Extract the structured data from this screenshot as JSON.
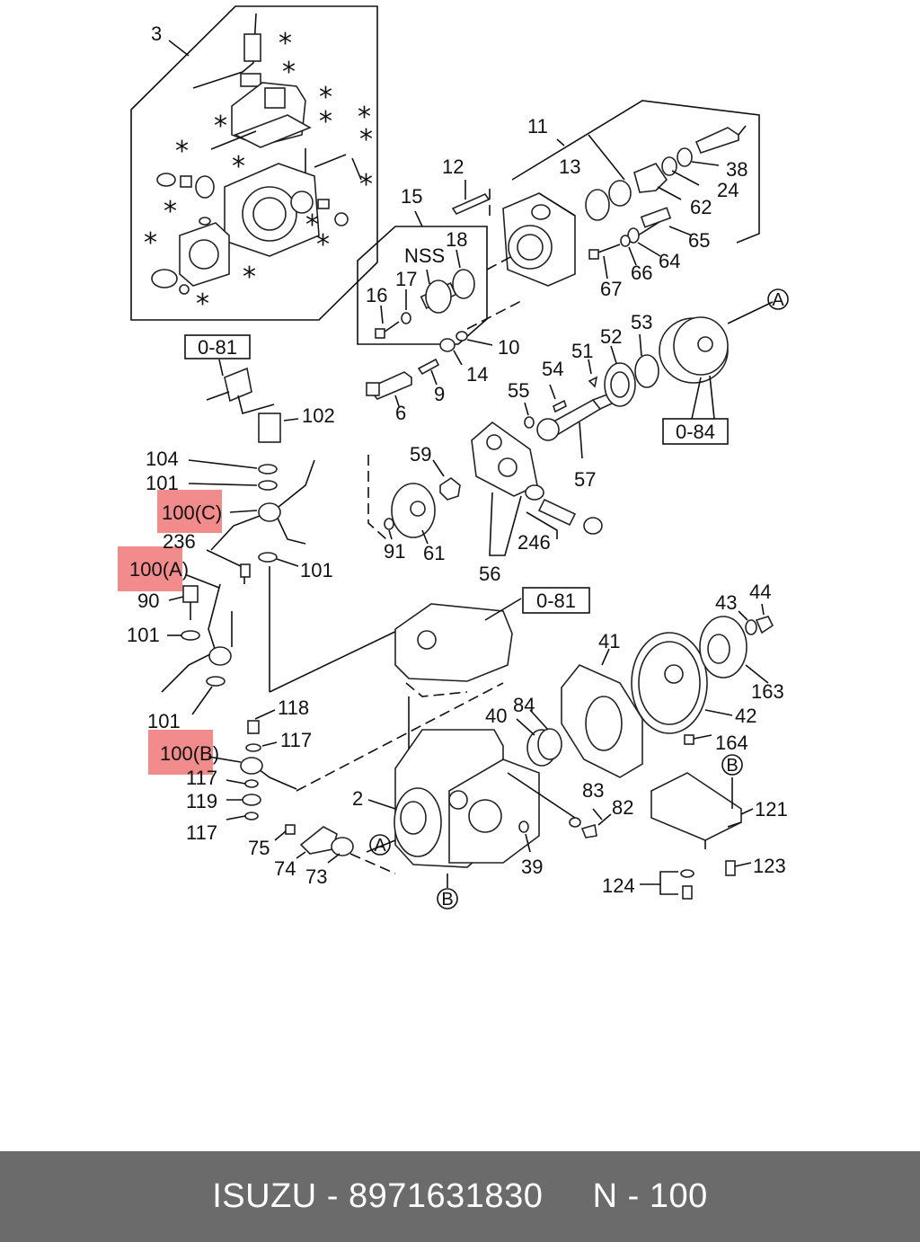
{
  "colors": {
    "highlight": "#f28b8b",
    "footer_bg": "#6b6b6b",
    "footer_text": "#ffffff"
  },
  "callouts": {
    "c3": "3",
    "c11": "11",
    "c12": "12",
    "c13": "13",
    "c15": "15",
    "nss": "NSS",
    "c18": "18",
    "c17": "17",
    "c16": "16",
    "c38": "38",
    "c24": "24",
    "c62": "62",
    "c65": "65",
    "c64": "64",
    "c66": "66",
    "c67": "67",
    "c10": "10",
    "c14": "14",
    "c9": "9",
    "c6": "6",
    "c51": "51",
    "c52": "52",
    "c53": "53",
    "c54": "54",
    "c55": "55",
    "c57": "57",
    "c59": "59",
    "c61": "61",
    "c91": "91",
    "c246": "246",
    "c56": "56",
    "c102": "102",
    "c104": "104",
    "c101a": "101",
    "c101b": "101",
    "c101c": "101",
    "c101d": "101",
    "c236": "236",
    "c90": "90",
    "c118": "118",
    "c117a": "117",
    "c117b": "117",
    "c117c": "117",
    "c119": "119",
    "c75": "75",
    "c74": "74",
    "c73": "73",
    "c2": "2",
    "c40": "40",
    "c84": "84",
    "c41": "41",
    "c43": "43",
    "c44": "44",
    "c163": "163",
    "c42": "42",
    "c164": "164",
    "c83": "83",
    "c82": "82",
    "c39": "39",
    "c121": "121",
    "c123": "123",
    "c124": "124"
  },
  "boxed_refs": {
    "ref081_top": "0-81",
    "ref084": "0-84",
    "ref081_mid": "0-81"
  },
  "circle_refs": {
    "a_top": "A",
    "a_bottom": "A",
    "b_bottom": "B",
    "b_right": "B"
  },
  "highlighted_parts": {
    "c": "100(C)",
    "a": "100(A)",
    "b": "100(B)"
  },
  "asterisk": "*",
  "footer": {
    "brand": "ISUZU",
    "separator": " - ",
    "part_number": "8971631830",
    "gap": "     ",
    "ref": "N - 100"
  }
}
